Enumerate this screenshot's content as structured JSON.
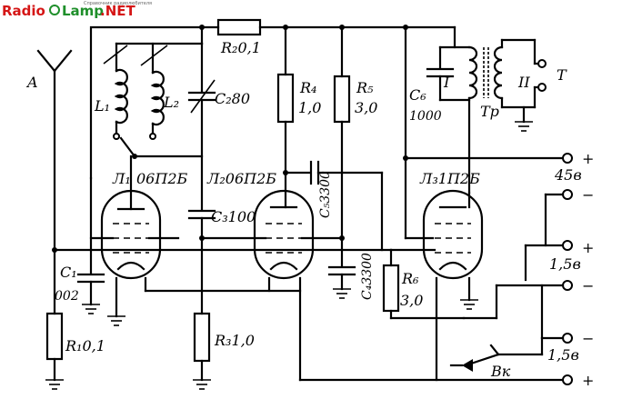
{
  "watermark": {
    "part1": "Radio",
    "part2": "Lamp",
    "part3": ".NET",
    "tagline": "Справочник радиолюбителя"
  },
  "components": {
    "antenna": "A",
    "r1": "R₁0,1",
    "c1_name": "C₁",
    "c1_value": "002",
    "l1": "L₁",
    "l2": "L₂",
    "c2": "C₂80",
    "r2": "R₂0,1",
    "v1_name": "Л₁",
    "v1_type": "06П2Б",
    "v2_label": "Л₂06П2Б",
    "c3": "C₃100",
    "r3": "R₃1,0",
    "r4_name": "R₄",
    "r4_value": "1,0",
    "r5_name": "R₅",
    "r5_value": "3,0",
    "c5": "C₅3300",
    "c4": "C₄3300",
    "r6_name": "R₆",
    "r6_value": "3,0",
    "c6_name": "C₆",
    "c6_value": "1000",
    "winding1": "I",
    "winding2": "II",
    "transformer": "Тр",
    "phones": "T",
    "v3_label": "Л₃1П2Б",
    "switch": "Вк"
  },
  "terminals": {
    "plus_45": "+",
    "v45": "45в",
    "minus_a": "−",
    "plus_b": "+",
    "v15_1": "1,5в",
    "minus_b": "−",
    "minus_c": "−",
    "v15_2": "1,5в",
    "plus_c": "+"
  }
}
